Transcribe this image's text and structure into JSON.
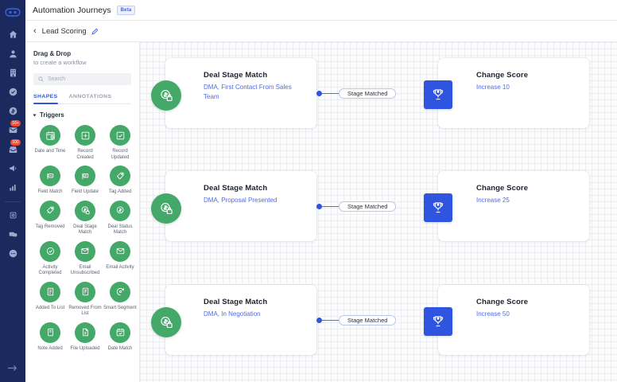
{
  "rail": {
    "logo_icon": "link-logo-icon",
    "items": [
      {
        "icon": "home-icon",
        "name": "rail-item-home",
        "badge": null
      },
      {
        "icon": "contacts-icon",
        "name": "rail-item-contacts",
        "badge": null
      },
      {
        "icon": "companies-icon",
        "name": "rail-item-companies",
        "badge": null
      },
      {
        "icon": "tasks-icon",
        "name": "rail-item-tasks",
        "badge": null
      },
      {
        "icon": "deals-icon",
        "name": "rail-item-deals",
        "badge": null
      },
      {
        "icon": "email-icon",
        "name": "rail-item-email",
        "badge": "10+"
      },
      {
        "icon": "inbox-icon",
        "name": "rail-item-inbox",
        "badge": "100"
      },
      {
        "icon": "campaigns-icon",
        "name": "rail-item-campaigns",
        "badge": null
      },
      {
        "icon": "reports-icon",
        "name": "rail-item-reports",
        "badge": null
      }
    ],
    "items_lower": [
      {
        "icon": "automation-icon",
        "name": "rail-item-automation"
      },
      {
        "icon": "chat-icon",
        "name": "rail-item-chat"
      },
      {
        "icon": "more-icon",
        "name": "rail-item-more"
      }
    ],
    "expand_icon": "arrow-right-icon"
  },
  "header": {
    "title": "Automation Journeys",
    "badge": "Beta"
  },
  "breadcrumb": {
    "back_icon": "chevron-left-icon",
    "title": "Lead Scoring",
    "edit_icon": "pencil-icon"
  },
  "panel": {
    "title": "Drag & Drop",
    "subtitle": "to create a workflow",
    "search": {
      "placeholder": "Search",
      "icon": "search-icon",
      "value": ""
    },
    "tabs": [
      {
        "label": "SHAPES",
        "active": true
      },
      {
        "label": "ANNOTATIONS",
        "active": false
      }
    ],
    "group": {
      "label": "Triggers",
      "expanded": true
    },
    "shapes": [
      {
        "label": "Date and Time",
        "icon": "calendar-clock-icon"
      },
      {
        "label": "Record Created",
        "icon": "record-plus-icon"
      },
      {
        "label": "Record Updated",
        "icon": "record-check-icon"
      },
      {
        "label": "Field Match",
        "icon": "field-match-icon"
      },
      {
        "label": "Field Update",
        "icon": "field-update-icon"
      },
      {
        "label": "Tag Added",
        "icon": "tag-plus-icon"
      },
      {
        "label": "Tag Removed",
        "icon": "tag-minus-icon"
      },
      {
        "label": "Deal Stage Match",
        "icon": "deal-stage-icon"
      },
      {
        "label": "Deal Status Match",
        "icon": "deal-status-icon"
      },
      {
        "label": "Activity Completed",
        "icon": "activity-check-icon"
      },
      {
        "label": "Email Unsubscribed",
        "icon": "email-unsub-icon"
      },
      {
        "label": "Email Activity",
        "icon": "email-icon"
      },
      {
        "label": "Added To List",
        "icon": "list-add-icon"
      },
      {
        "label": "Removed From List",
        "icon": "list-remove-icon"
      },
      {
        "label": "Smart Segment",
        "icon": "smart-segment-icon"
      },
      {
        "label": "Note Added",
        "icon": "note-icon"
      },
      {
        "label": "File Uploaded",
        "icon": "file-icon"
      },
      {
        "label": "Date Match",
        "icon": "date-match-icon"
      }
    ]
  },
  "canvas": {
    "flows": [
      {
        "trigger": {
          "title": "Deal Stage Match",
          "subtitle": "DMA, First Contact From Sales Team",
          "icon": "deal-stage-icon"
        },
        "connector": {
          "label": "Stage Matched"
        },
        "action": {
          "title": "Change Score",
          "subtitle": "Increase 10",
          "icon": "trophy-icon"
        }
      },
      {
        "trigger": {
          "title": "Deal Stage Match",
          "subtitle": "DMA, Proposal Presented",
          "icon": "deal-stage-icon"
        },
        "connector": {
          "label": "Stage Matched"
        },
        "action": {
          "title": "Change Score",
          "subtitle": "Increase 25",
          "icon": "trophy-icon"
        }
      },
      {
        "trigger": {
          "title": "Deal Stage Match",
          "subtitle": "DMA, In Negotiation",
          "icon": "deal-stage-icon"
        },
        "connector": {
          "label": "Stage Matched"
        },
        "action": {
          "title": "Change Score",
          "subtitle": "Increase 50",
          "icon": "trophy-icon"
        }
      }
    ]
  },
  "colors": {
    "rail_bg": "#1b2a5e",
    "accent_blue": "#2f55e0",
    "trigger_green": "#43a868",
    "badge_red": "#f04a32",
    "link_blue": "#4f6ce4"
  }
}
